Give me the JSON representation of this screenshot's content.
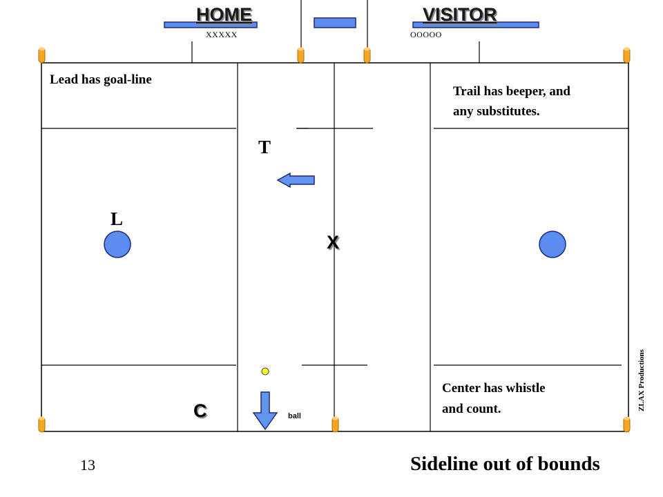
{
  "bench": {
    "home_label": "HOME",
    "visitor_label": "VISITOR",
    "home_players": "XXXXX",
    "visitor_players": "OOOOO"
  },
  "notes": {
    "lead": "Lead has goal-line",
    "trail_line1": "Trail has beeper, and",
    "trail_line2": "any substitutes.",
    "center_line1": "Center has whistle",
    "center_line2": "and count."
  },
  "officials": {
    "trail": "T",
    "lead": "L",
    "center": "C",
    "faceoff": "X"
  },
  "ball_label": "ball",
  "slide_number": "13",
  "title": "Sideline out of bounds",
  "credit": "ZLAX Productions",
  "colors": {
    "field_line": "#000000",
    "player_fill": "#5b8def",
    "arrow_fill": "#6495ed",
    "cone_fill": "#f5a623",
    "ball_fill": "#ffff33"
  }
}
